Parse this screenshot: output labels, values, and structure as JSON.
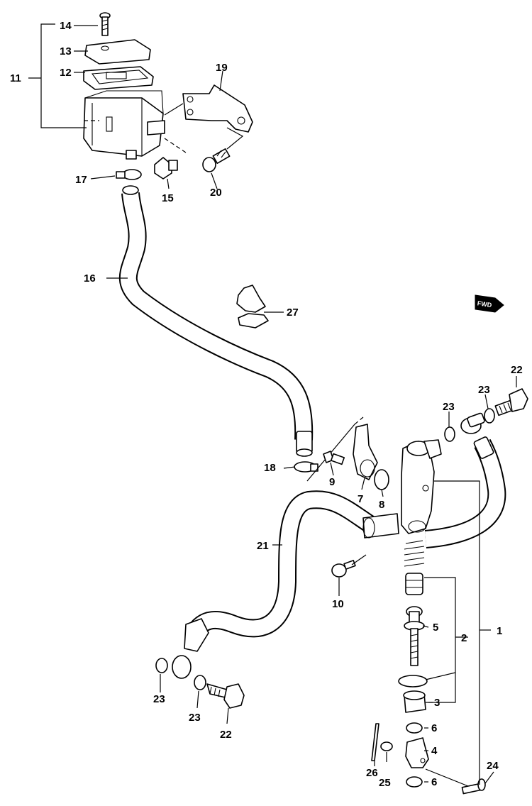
{
  "diagram": {
    "fwd_label": "FWD",
    "callouts": {
      "c1": "1",
      "c2": "2",
      "c3": "3",
      "c4": "4",
      "c5": "5",
      "c6a": "6",
      "c6b": "6",
      "c7": "7",
      "c8": "8",
      "c9": "9",
      "c10": "10",
      "c11": "11",
      "c12": "12",
      "c13": "13",
      "c14": "14",
      "c15": "15",
      "c16": "16",
      "c17": "17",
      "c18": "18",
      "c19": "19",
      "c20": "20",
      "c21": "21",
      "c22a": "22",
      "c22b": "22",
      "c23a": "23",
      "c23b": "23",
      "c23c": "23",
      "c23d": "23",
      "c24": "24",
      "c25": "25",
      "c26": "26",
      "c27": "27"
    }
  }
}
